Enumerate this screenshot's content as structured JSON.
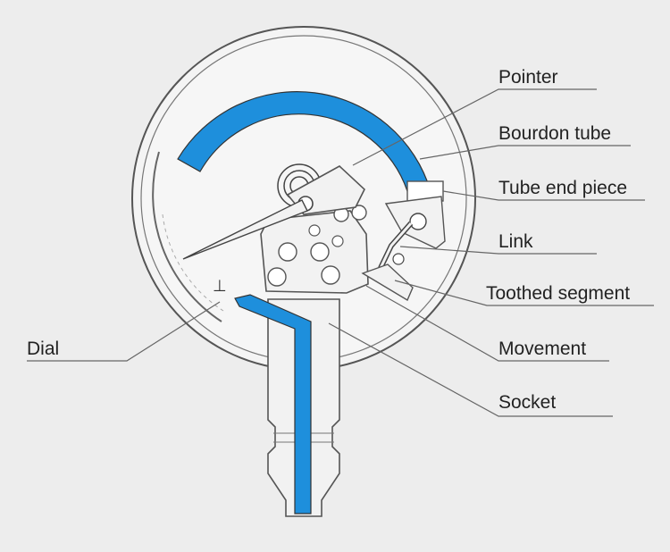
{
  "colors": {
    "background": "#ededed",
    "tube": "#1e8fdc",
    "line": "#555555",
    "part_fill": "#f2f2f2"
  },
  "labels": {
    "pointer": "Pointer",
    "bourdon_tube": "Bourdon tube",
    "tube_end_piece": "Tube end piece",
    "link": "Link",
    "toothed_segment": "Toothed segment",
    "movement": "Movement",
    "socket": "Socket",
    "dial": "Dial"
  }
}
